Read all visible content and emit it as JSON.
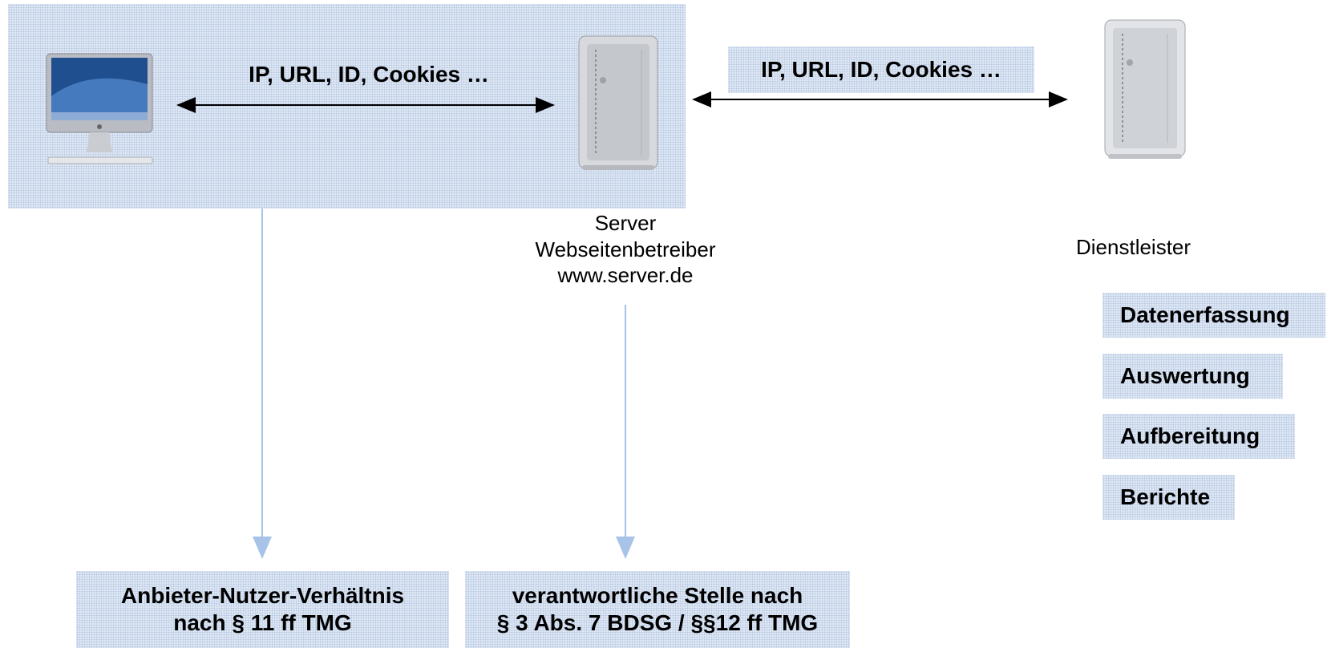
{
  "top_left_arrow_label": "IP, URL, ID, Cookies …",
  "top_right_arrow_label": "IP, URL, ID, Cookies …",
  "server_caption": [
    "Server",
    "Webseitenbetreiber",
    "www.server.de"
  ],
  "provider_caption": "Dienstleister",
  "services": [
    "Datenerfassung",
    "Auswertung",
    "Aufbereitung",
    "Berichte"
  ],
  "bottom_left_box": [
    "Anbieter-Nutzer-Verhältnis",
    "nach § 11 ff TMG"
  ],
  "bottom_right_box": [
    "verantwortliche Stelle nach",
    "§ 3 Abs. 7 BDSG / §§12 ff TMG"
  ],
  "colors": {
    "panel": "#dfe8f5",
    "flow_line": "#a8c3e8",
    "arrow": "#000000"
  }
}
